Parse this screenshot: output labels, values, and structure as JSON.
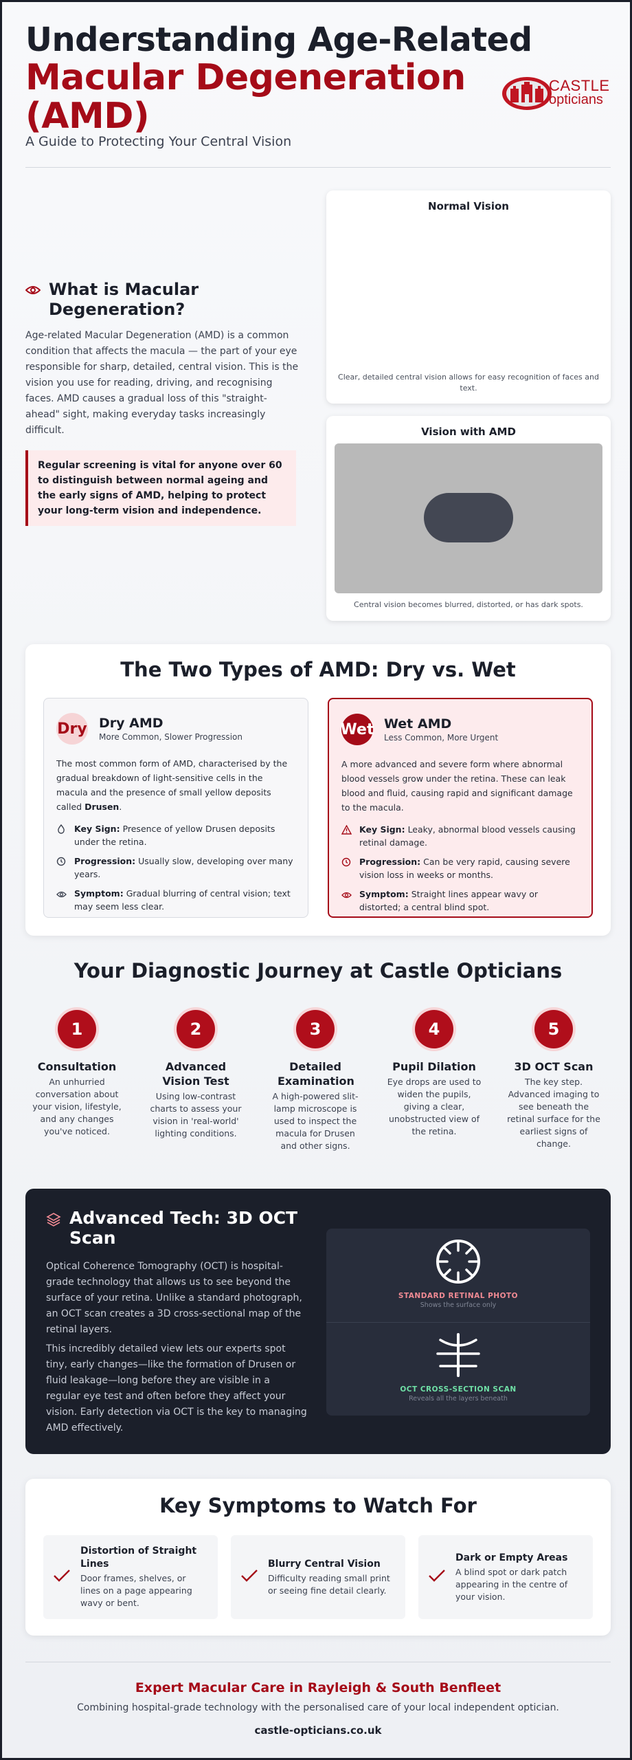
{
  "header": {
    "title_line1": "Understanding Age-Related",
    "title_line2": "Macular Degeneration (AMD)",
    "subtitle": "A Guide to Protecting Your Central Vision",
    "logo": {
      "line1": "CASTLE",
      "line2": "opticians",
      "color": "#b5121e"
    }
  },
  "intro": {
    "heading": "What is Macular Degeneration?",
    "heading_icon": "eye-icon",
    "body": "Age-related Macular Degeneration (AMD) is a common condition that affects the macula — the part of your eye responsible for sharp, detailed, central vision. This is the vision you use for reading, driving, and recognising faces. AMD causes a gradual loss of this \"straight-ahead\" sight, making everyday tasks increasingly difficult.",
    "callout": "Regular screening is vital for anyone over 60 to distinguish between normal ageing and the early signs of AMD, helping to protect your long-term vision and independence."
  },
  "vision": {
    "normal": {
      "title": "Normal Vision",
      "caption": "Clear, detailed central vision allows for easy recognition of faces and text."
    },
    "amd": {
      "title": "Vision with AMD",
      "caption": "Central vision becomes blurred, distorted, or has dark spots."
    }
  },
  "types": {
    "heading": "The Two Types of AMD: Dry vs. Wet",
    "dry": {
      "badge": "Dry",
      "title": "Dry AMD",
      "subtitle": "More Common, Slower Progression",
      "desc_pre": "The most common form of AMD, characterised by the gradual breakdown of light-sensitive cells in the macula and the presence of small yellow deposits called ",
      "desc_bold": "Drusen",
      "desc_post": ".",
      "items": [
        {
          "label": "Key Sign:",
          "text": "Presence of yellow Drusen deposits under the retina."
        },
        {
          "label": "Progression:",
          "text": "Usually slow, developing over many years."
        },
        {
          "label": "Symptom:",
          "text": "Gradual blurring of central vision; text may seem less clear."
        }
      ]
    },
    "wet": {
      "badge": "Wet",
      "title": "Wet AMD",
      "subtitle": "Less Common, More Urgent",
      "desc": "A more advanced and severe form where abnormal blood vessels grow under the retina. These can leak blood and fluid, causing rapid and significant damage to the macula.",
      "items": [
        {
          "label": "Key Sign:",
          "text": "Leaky, abnormal blood vessels causing retinal damage."
        },
        {
          "label": "Progression:",
          "text": "Can be very rapid, causing severe vision loss in weeks or months."
        },
        {
          "label": "Symptom:",
          "text": "Straight lines appear wavy or distorted; a central blind spot."
        }
      ]
    }
  },
  "journey": {
    "heading": "Your Diagnostic Journey at Castle Opticians",
    "steps": [
      {
        "num": "1",
        "title": "Consultation",
        "desc": "An unhurried conversation about your vision, lifestyle, and any changes you've noticed."
      },
      {
        "num": "2",
        "title": "Advanced Vision Test",
        "desc": "Using low-contrast charts to assess your vision in 'real-world' lighting conditions."
      },
      {
        "num": "3",
        "title": "Detailed Examination",
        "desc": "A high-powered slit-lamp microscope is used to inspect the macula for Drusen and other signs."
      },
      {
        "num": "4",
        "title": "Pupil Dilation",
        "desc": "Eye drops are used to widen the pupils, giving a clear, unobstructed view of the retina."
      },
      {
        "num": "5",
        "title": "3D OCT Scan",
        "desc": "The key step. Advanced imaging to see beneath the retinal surface for the earliest signs of change."
      }
    ]
  },
  "tech": {
    "heading": "Advanced Tech: 3D OCT Scan",
    "p1": "Optical Coherence Tomography (OCT) is hospital-grade technology that allows us to see beyond the surface of your retina. Unlike a standard photograph, an OCT scan creates a 3D cross-sectional map of the retinal layers.",
    "p2": "This incredibly detailed view lets our experts spot tiny, early changes—like the formation of Drusen or fluid leakage—long before they are visible in a regular eye test and often before they affect your vision. Early detection via OCT is the key to managing AMD effectively.",
    "photo": {
      "label": "STANDARD RETINAL PHOTO",
      "sub": "Shows the surface only"
    },
    "scan": {
      "label": "OCT CROSS-SECTION SCAN",
      "sub": "Reveals all the layers beneath"
    }
  },
  "symptoms": {
    "heading": "Key Symptoms to Watch For",
    "items": [
      {
        "title": "Distortion of Straight Lines",
        "desc": "Door frames, shelves, or lines on a page appearing wavy or bent."
      },
      {
        "title": "Blurry Central Vision",
        "desc": "Difficulty reading small print or seeing fine detail clearly."
      },
      {
        "title": "Dark or Empty Areas",
        "desc": "A blind spot or dark patch appearing in the centre of your vision."
      }
    ]
  },
  "footer": {
    "title": "Expert Macular Care in Rayleigh & South Benfleet",
    "text": "Combining hospital-grade technology with the personalised care of your local independent optician.",
    "url": "castle-opticians.co.uk"
  },
  "colors": {
    "brand_red": "#a50b18",
    "dark": "#1b1f2a",
    "oct_green": "#6fe0a6",
    "oct_pink": "#f08a93"
  }
}
